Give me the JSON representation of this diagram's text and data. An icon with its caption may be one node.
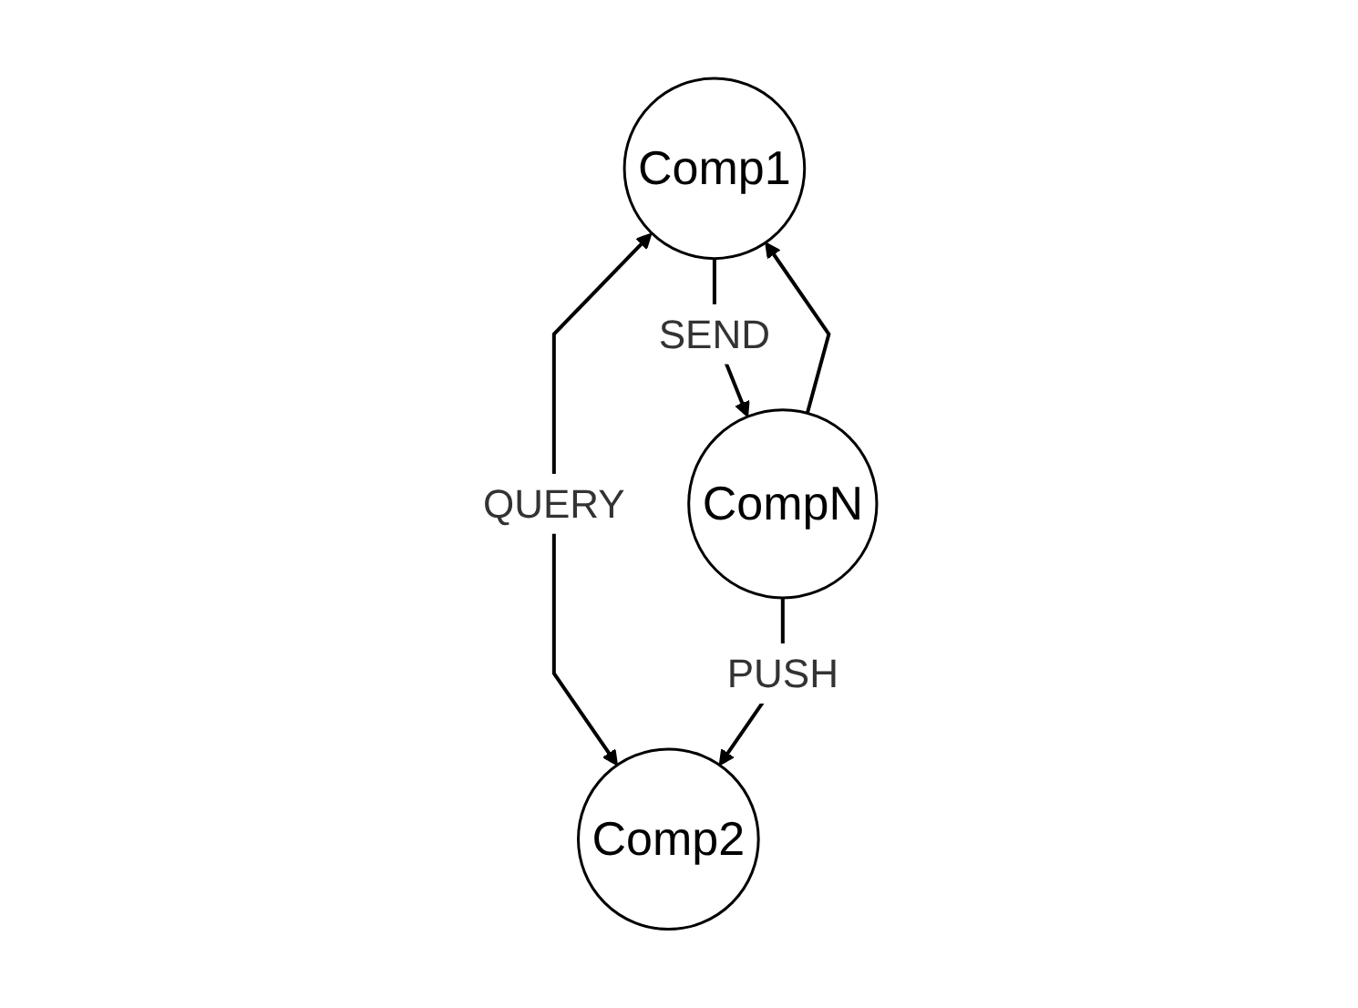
{
  "diagram": {
    "nodes": [
      {
        "text": [
          "Comp1"
        ]
      },
      {
        "text": [
          "Comp2"
        ]
      },
      {
        "text": [
          "CompN"
        ]
      }
    ],
    "edges": [
      {
        "from": 0,
        "to": 1,
        "arrow": "both",
        "label": "QUERY"
      },
      {
        "from": 0,
        "to": 2,
        "arrow": "to",
        "label": "SEND"
      },
      {
        "from": 2,
        "to": 0,
        "arrow": "to"
      },
      {
        "from": 2,
        "to": 1,
        "arrow": "to",
        "label": "PUSH"
      }
    ]
  }
}
